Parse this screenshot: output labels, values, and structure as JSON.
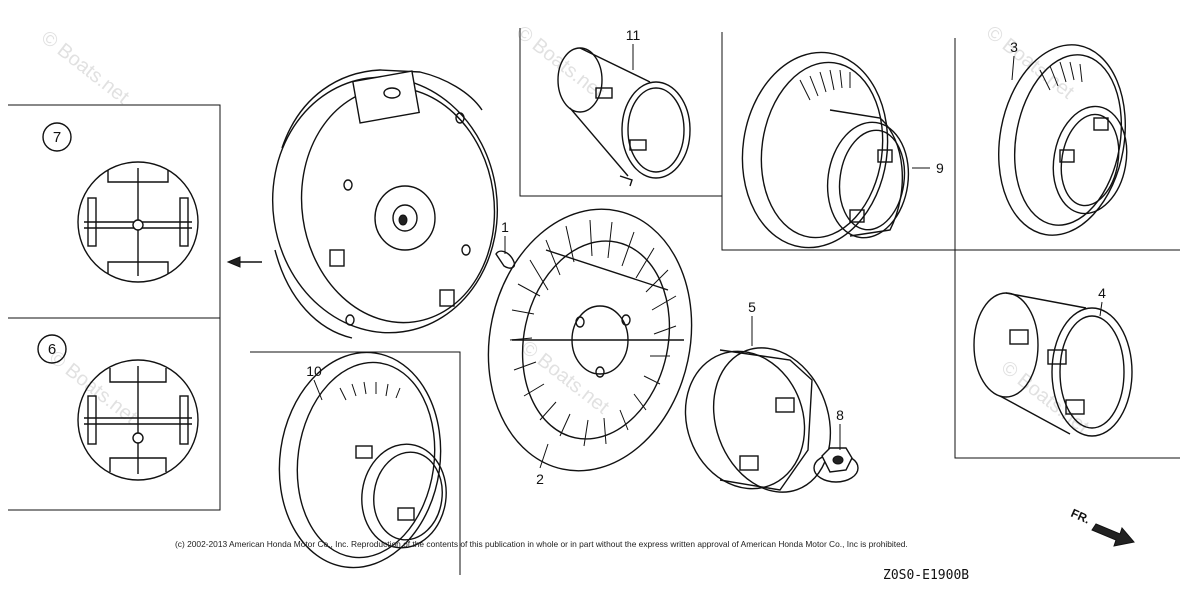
{
  "labels": {
    "p1": "1",
    "p2": "2",
    "p3": "3",
    "p4": "4",
    "p5": "5",
    "p6": "6",
    "p7": "7",
    "p8": "8",
    "p9": "9",
    "p10": "10",
    "p11": "11"
  },
  "copyright": "(c) 2002-2013 American Honda Motor Co., Inc. Reproduction of the contents of this publication in whole or in part without the express written approval of American Honda Motor Co., Inc is prohibited.",
  "diagram_code": "Z0S0-E1900B",
  "direction_label": "FR.",
  "watermark": "© Boats.net"
}
